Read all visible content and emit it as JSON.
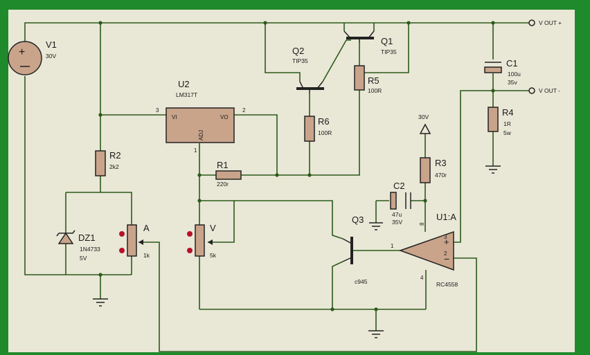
{
  "components": {
    "v1": {
      "name": "V1",
      "value": "30V"
    },
    "r2": {
      "name": "R2",
      "value": "2k2"
    },
    "dz1": {
      "name": "DZ1",
      "part": "1N4733",
      "value": "5V"
    },
    "pot_a": {
      "name": "A",
      "value": "1k"
    },
    "pot_v": {
      "name": "V",
      "value": "5k"
    },
    "u2": {
      "name": "U2",
      "part": "LM317T",
      "pin_vi": "VI",
      "pin_vo": "VO",
      "pin_adj": "ADJ",
      "pin_3": "3",
      "pin_2": "2",
      "pin_1": "1"
    },
    "r1": {
      "name": "R1",
      "value": "220r"
    },
    "q2": {
      "name": "Q2",
      "part": "TIP35"
    },
    "q1": {
      "name": "Q1",
      "part": "TIP35"
    },
    "r5": {
      "name": "R5",
      "value": "100R"
    },
    "r6": {
      "name": "R6",
      "value": "100R"
    },
    "supply": {
      "value": "30V"
    },
    "r3": {
      "name": "R3",
      "value": "470r"
    },
    "c2": {
      "name": "C2",
      "value": "47u",
      "voltage": "35V"
    },
    "q3": {
      "name": "Q3",
      "part": "c945"
    },
    "u1a": {
      "name": "U1:A",
      "part": "RC4558",
      "pin_1": "1",
      "pin_3": "3",
      "pin_2": "2",
      "pin_8": "8",
      "pin_4": "4"
    },
    "c1": {
      "name": "C1",
      "value": "100u",
      "voltage": "35v"
    },
    "r4": {
      "name": "R4",
      "value": "1R",
      "power": "5w"
    }
  },
  "terminals": {
    "vout_plus": "V OUT +",
    "vout_minus": "V OUT -"
  },
  "colors": {
    "frame": "#1f8a2c",
    "paper": "#e9e7d6",
    "wire": "#2a5a1a",
    "component_body": "#c9a48a",
    "pot_pin": "#b8102a"
  }
}
